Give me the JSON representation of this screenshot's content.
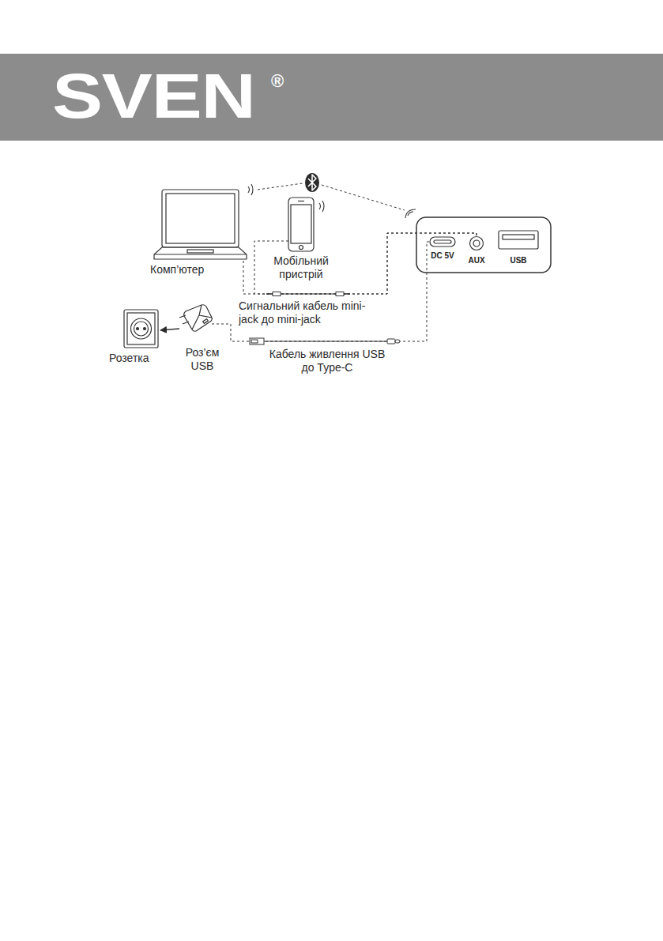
{
  "diagram": {
    "nodes": [
      {
        "text": [
          "Комп’ютер"
        ]
      },
      {
        "text": [
          "Мобільний пристрій"
        ]
      },
      {
        "text": [
          "Розетка"
        ]
      },
      {
        "text": [
          "Роз’єм USB"
        ]
      },
      {
        "text": [
          "DC 5V"
        ]
      },
      {
        "text": [
          "AUX"
        ]
      },
      {
        "text": [
          "USB"
        ]
      }
    ],
    "edges": [
      {
        "from": 0,
        "to": 5,
        "label": "Сигнальний кабель mini-jack до mini-jack",
        "arrow": "none"
      },
      {
        "from": 1,
        "to": 5,
        "arrow": "none"
      },
      {
        "from": 3,
        "to": 4,
        "label": "Кабель живлення USB до Type-C",
        "arrow": "none"
      },
      {
        "from": 3,
        "to": 2,
        "arrow": "to"
      }
    ],
    "labels": [
      "SVEN",
      "®"
    ]
  }
}
